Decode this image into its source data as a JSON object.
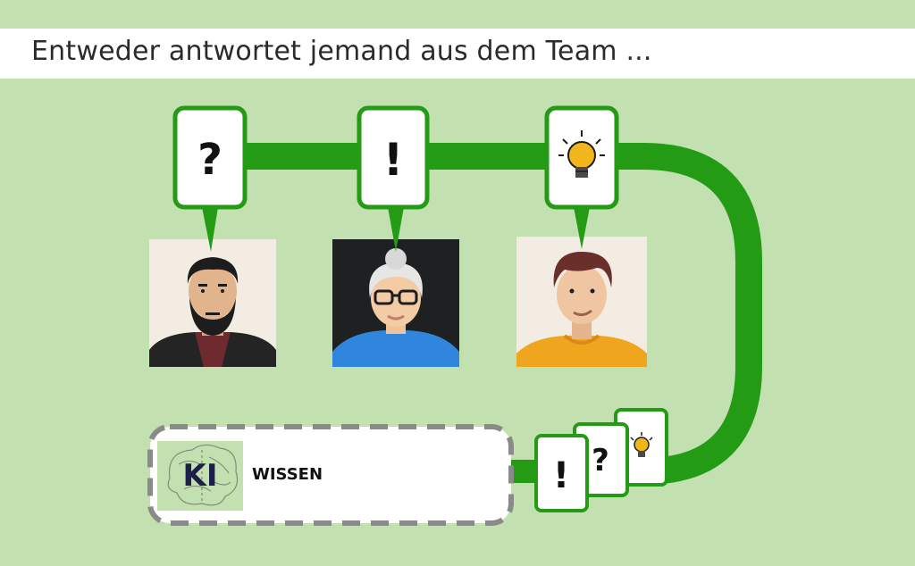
{
  "header": {
    "title": "Entweder antwortet jemand aus dem Team ..."
  },
  "bubbles": {
    "question_symbol": "?",
    "exclamation_symbol": "!"
  },
  "knowledge_box": {
    "logo_text": "KI",
    "label": "WISSEN"
  },
  "colors": {
    "background": "#c3e0b0",
    "flow_green": "#239b14",
    "bulb_yellow": "#f2b61c"
  },
  "icons": [
    "question-mark-icon",
    "exclamation-mark-icon",
    "lightbulb-icon",
    "brain-icon",
    "arrow-left-icon"
  ]
}
